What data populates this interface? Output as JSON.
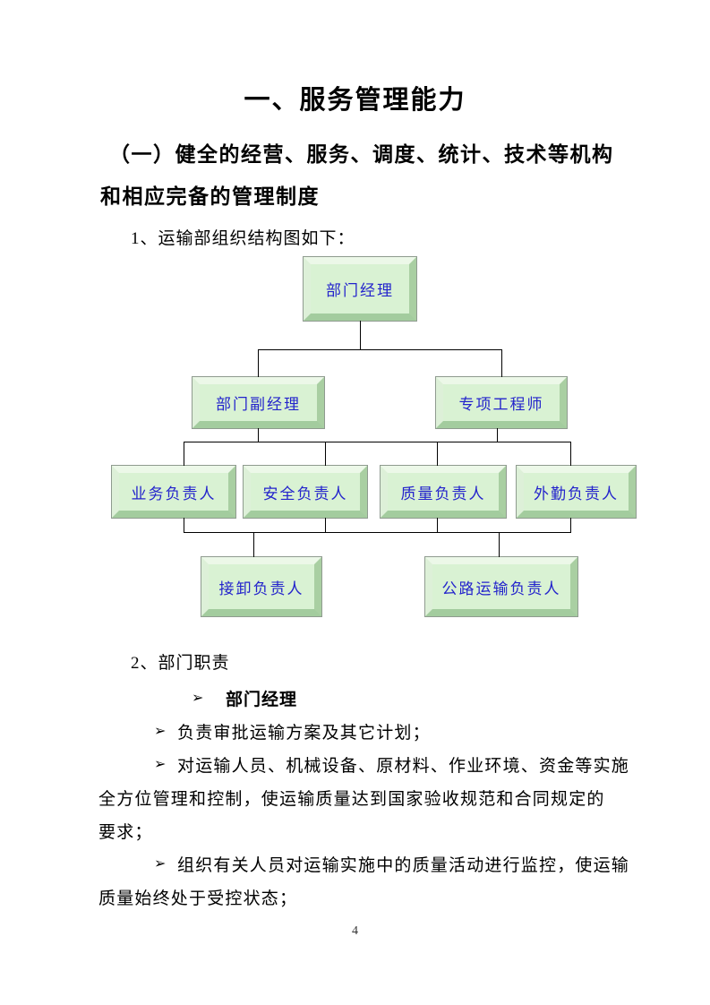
{
  "page": {
    "title": "一、服务管理能力",
    "page_number": "4"
  },
  "section": {
    "heading_lines": [
      "（一）健全的经营、服务、调度、统计、技术等机构",
      "和相应完备的管理制度"
    ],
    "item1_label": "1、运输部组织结构图如下：",
    "item2_label": "2、部门职责"
  },
  "org_chart": {
    "type": "org-tree",
    "box_fill": "#d9f2d3",
    "bevel_light": "#ecf8e8",
    "bevel_dark": "#a3cc9e",
    "label_color": "#2323cc",
    "line_color": "#000000",
    "levels": [
      [
        "部门经理"
      ],
      [
        "部门副经理",
        "专项工程师"
      ],
      [
        "业务负责人",
        "安全负责人",
        "质量负责人",
        "外勤负责人"
      ],
      [
        "接卸负责人",
        "公路运输负责人"
      ]
    ],
    "nodes": [
      {
        "id": "manager",
        "label": "部门经理"
      },
      {
        "id": "deputy-manager",
        "label": "部门副经理"
      },
      {
        "id": "project-engineer",
        "label": "专项工程师"
      },
      {
        "id": "business-lead",
        "label": "业务负责人"
      },
      {
        "id": "safety-lead",
        "label": "安全负责人"
      },
      {
        "id": "quality-lead",
        "label": "质量负责人"
      },
      {
        "id": "field-lead",
        "label": "外勤负责人"
      },
      {
        "id": "unloading-lead",
        "label": "接卸负责人"
      },
      {
        "id": "road-transport-lead",
        "label": "公路运输负责人"
      }
    ]
  },
  "duties": {
    "bullet_glyph": "➢",
    "role_heading": "部门经理",
    "items": [
      {
        "lines": [
          "负责审批运输方案及其它计划；"
        ]
      },
      {
        "lines": [
          "对运输人员、机械设备、原材料、作业环境、资金等实施",
          "全方位管理和控制，使运输质量达到国家验收规范和合同规定的",
          "要求；"
        ]
      },
      {
        "lines": [
          "组织有关人员对运输实施中的质量活动进行监控，使运输",
          "质量始终处于受控状态；"
        ]
      }
    ]
  }
}
